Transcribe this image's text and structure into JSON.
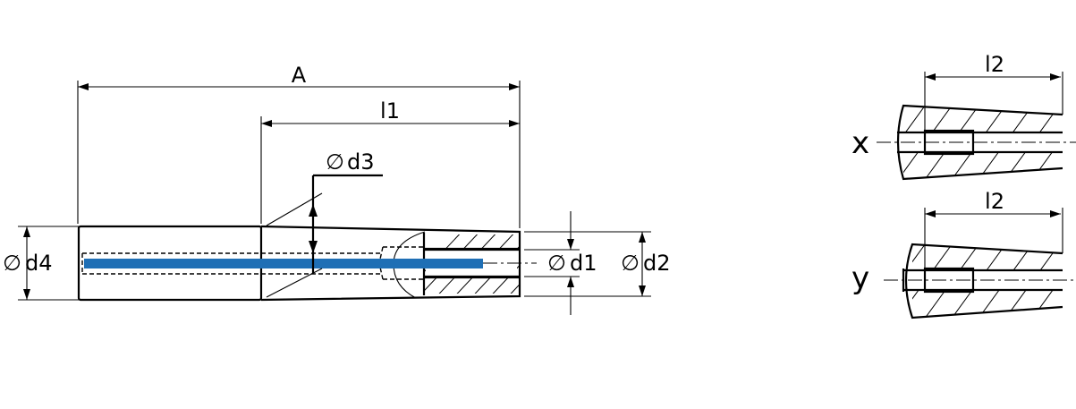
{
  "labels": {
    "A": "A",
    "l1": "l1",
    "d3": "d3",
    "d4": "d4",
    "d1": "d1",
    "d2": "d2",
    "l2_x": "l2",
    "l2_y": "l2",
    "x": "x",
    "y": "y",
    "diameter_symbol": "∅"
  },
  "colors": {
    "line": "#000000",
    "coolant_channel": "#1f6fb5",
    "background": "#ffffff"
  }
}
